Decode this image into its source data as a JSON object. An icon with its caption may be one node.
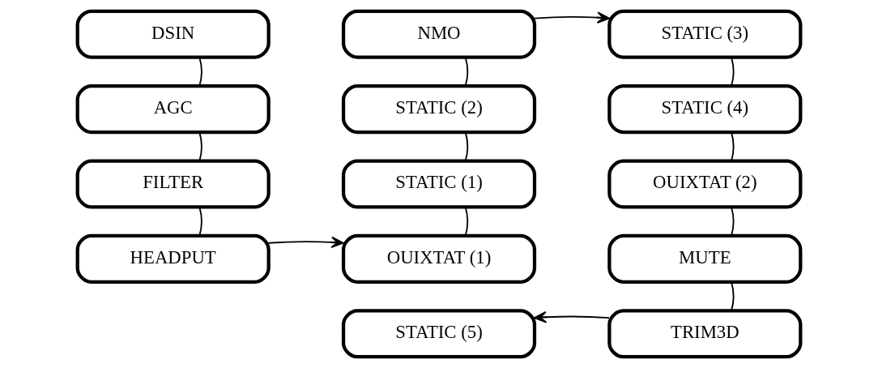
{
  "diagram": {
    "nodes": [
      {
        "text": [
          "DSIN"
        ]
      },
      {
        "text": [
          "AGC"
        ]
      },
      {
        "text": [
          "FILTER"
        ]
      },
      {
        "text": [
          "HEADPUT"
        ]
      },
      {
        "text": [
          "NMO"
        ]
      },
      {
        "text": [
          "STATIC (2)"
        ]
      },
      {
        "text": [
          "STATIC (1)"
        ]
      },
      {
        "text": [
          "OUIXTAT (1)"
        ]
      },
      {
        "text": [
          "STATIC (3)"
        ]
      },
      {
        "text": [
          "STATIC (4)"
        ]
      },
      {
        "text": [
          "OUIXTAT (2)"
        ]
      },
      {
        "text": [
          "MUTE"
        ]
      },
      {
        "text": [
          "STATIC (5)"
        ]
      },
      {
        "text": [
          "TRIM3D"
        ]
      }
    ],
    "edges": [
      {
        "from": 0,
        "to": 1,
        "arrow": "none"
      },
      {
        "from": 1,
        "to": 2,
        "arrow": "none"
      },
      {
        "from": 2,
        "to": 3,
        "arrow": "none"
      },
      {
        "from": 3,
        "to": 7,
        "arrow": "to"
      },
      {
        "from": 4,
        "to": 5,
        "arrow": "none"
      },
      {
        "from": 5,
        "to": 6,
        "arrow": "none"
      },
      {
        "from": 6,
        "to": 7,
        "arrow": "none"
      },
      {
        "from": 4,
        "to": 8,
        "arrow": "to"
      },
      {
        "from": 8,
        "to": 9,
        "arrow": "none"
      },
      {
        "from": 9,
        "to": 10,
        "arrow": "none"
      },
      {
        "from": 10,
        "to": 11,
        "arrow": "none"
      },
      {
        "from": 11,
        "to": 13,
        "arrow": "none"
      },
      {
        "from": 13,
        "to": 12,
        "arrow": "to"
      }
    ]
  }
}
